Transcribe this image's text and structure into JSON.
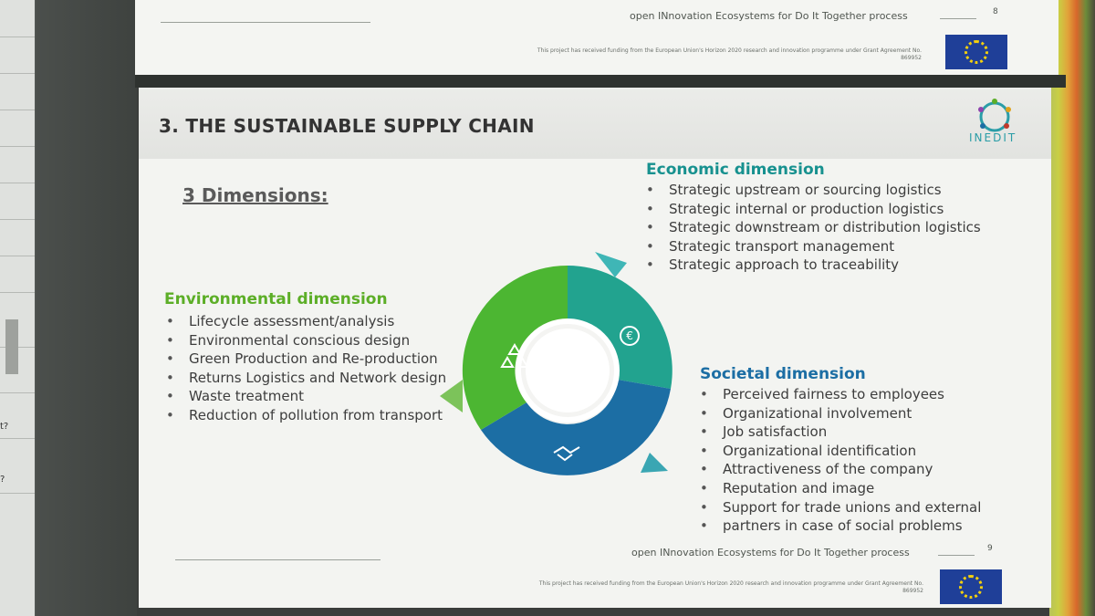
{
  "sidebar_fragments": [
    "t?",
    "?"
  ],
  "slide_prev": {
    "footer_title": "open INnovation Ecosystems for Do It Together process",
    "page_number": "8",
    "funding_line1": "This project has received funding from the European Union's Horizon 2020 research and innovation programme under Grant Agreement No.",
    "funding_line2": "869952"
  },
  "slide": {
    "title": "3. THE SUSTAINABLE SUPPLY CHAIN",
    "logo_text": "INEDIT",
    "heading": "3 Dimensions:",
    "economic": {
      "title": "Economic dimension",
      "color": "#17918f",
      "items": [
        "Strategic upstream or sourcing logistics",
        "Strategic internal or production logistics",
        "Strategic downstream or distribution logistics",
        "Strategic transport management",
        "Strategic approach to traceability"
      ]
    },
    "environmental": {
      "title": "Environmental dimension",
      "color": "#5cae27",
      "items": [
        "Lifecycle assessment/analysis",
        "Environmental conscious design",
        "Green Production and Re-production",
        "Returns Logistics and Network design",
        "Waste treatment",
        "Reduction of pollution from transport"
      ]
    },
    "societal": {
      "title": "Societal dimension",
      "color": "#1c6ea4",
      "items": [
        "Perceived fairness to employees",
        "Organizational involvement",
        "Job satisfaction",
        "Organizational identification",
        "Attractiveness of the company",
        "Reputation and image",
        "Support for trade unions and external",
        "partners in case of social problems"
      ]
    },
    "cycle_icons": [
      "recycle-icon",
      "euro-icon",
      "handshake-icon"
    ],
    "footer_title": "open INnovation Ecosystems for Do It Together process",
    "page_number": "9",
    "funding_line1": "This project has received funding from the European Union's Horizon 2020 research and innovation programme under Grant Agreement No.",
    "funding_line2": "869952"
  }
}
